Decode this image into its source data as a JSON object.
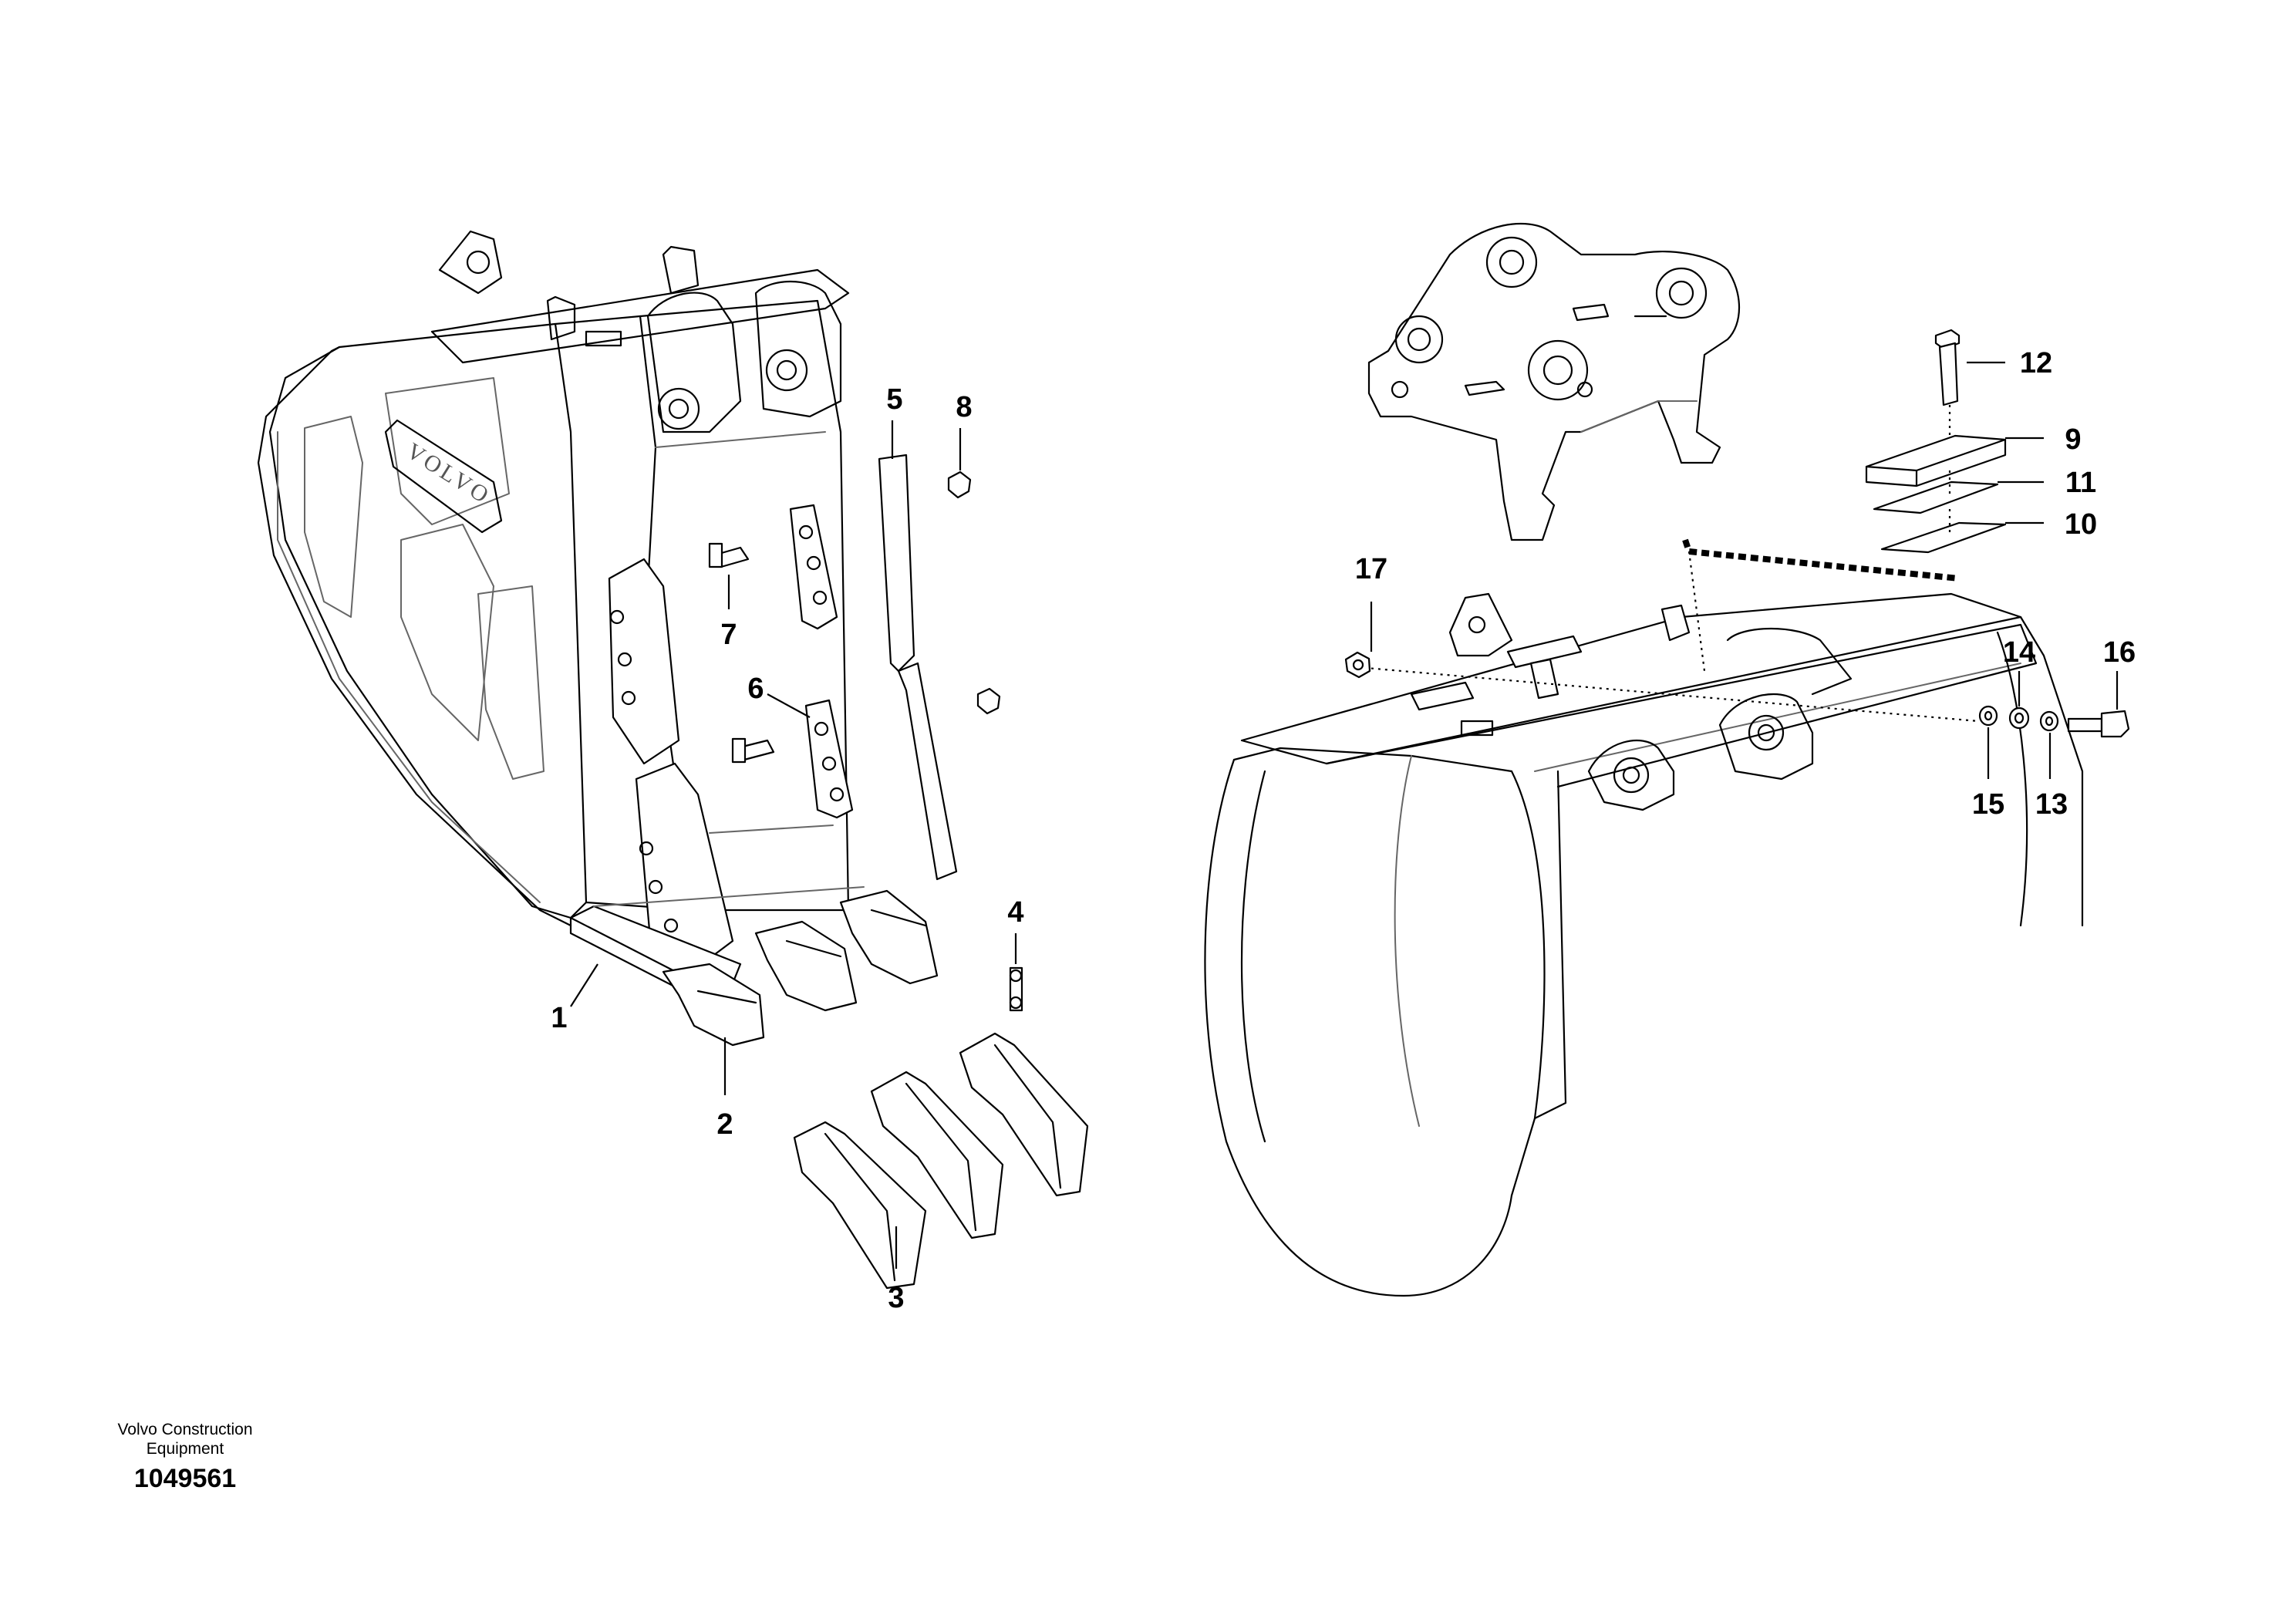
{
  "callouts": [
    {
      "id": "1",
      "label": "1"
    },
    {
      "id": "2",
      "label": "2"
    },
    {
      "id": "3",
      "label": "3"
    },
    {
      "id": "4",
      "label": "4"
    },
    {
      "id": "5",
      "label": "5"
    },
    {
      "id": "6",
      "label": "6"
    },
    {
      "id": "7",
      "label": "7"
    },
    {
      "id": "8",
      "label": "8"
    },
    {
      "id": "9",
      "label": "9"
    },
    {
      "id": "10",
      "label": "10"
    },
    {
      "id": "11",
      "label": "11"
    },
    {
      "id": "12",
      "label": "12"
    },
    {
      "id": "13",
      "label": "13"
    },
    {
      "id": "14",
      "label": "14"
    },
    {
      "id": "15",
      "label": "15"
    },
    {
      "id": "16",
      "label": "16"
    },
    {
      "id": "17",
      "label": "17"
    }
  ],
  "bucket_logo": "VOLVO",
  "footer": {
    "company_line1": "Volvo Construction",
    "company_line2": "Equipment",
    "document_number": "1049561"
  }
}
